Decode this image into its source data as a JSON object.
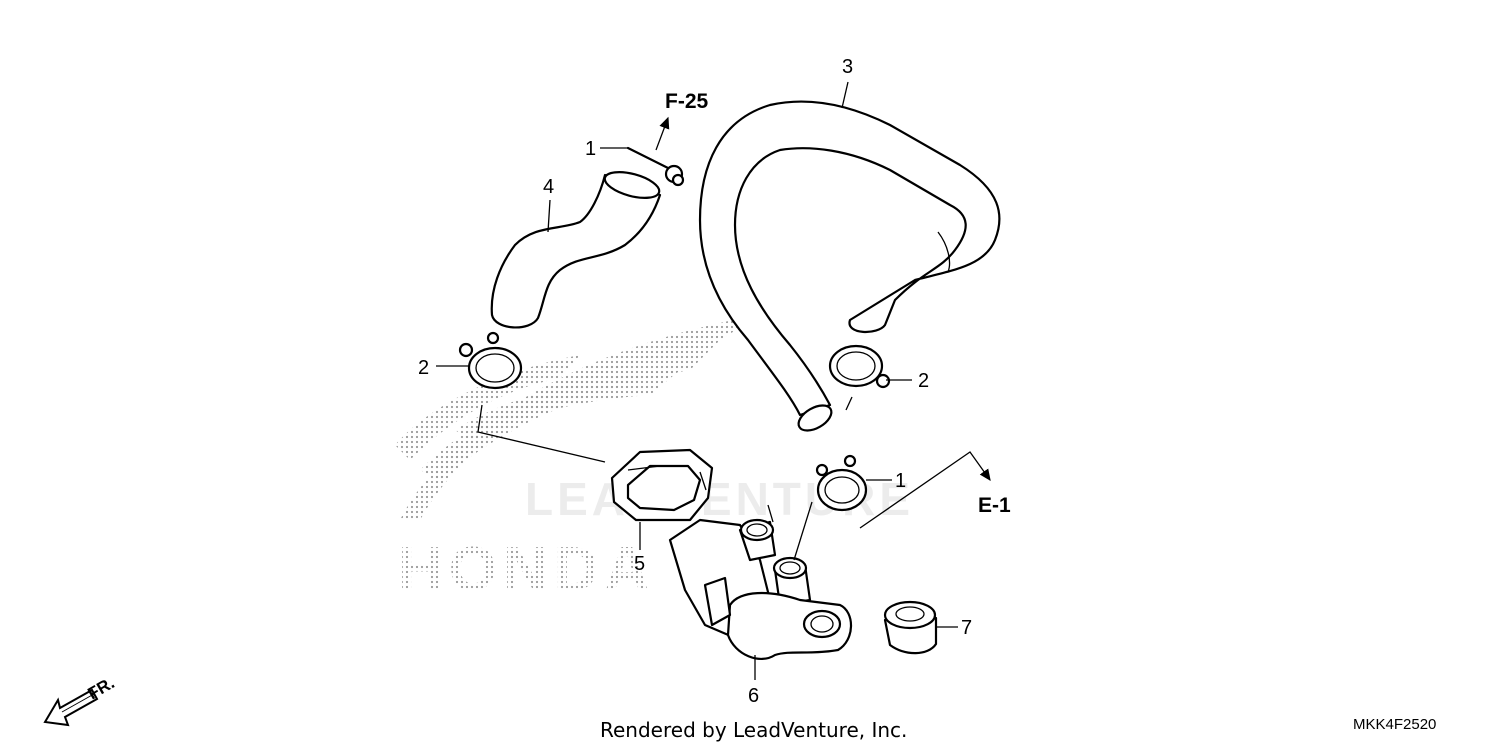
{
  "diagram": {
    "callouts": {
      "p1_top": "1",
      "p1_right": "1",
      "p2_left": "2",
      "p2_right": "2",
      "p3": "3",
      "p4": "4",
      "p5": "5",
      "p6": "6",
      "p7": "7"
    },
    "references": {
      "top": "F-25",
      "right": "E-1"
    },
    "direction_label": "FR."
  },
  "watermark": {
    "brand": "HONDA",
    "partner": "LEADVENTURE"
  },
  "footer": {
    "credit": "Rendered by LeadVenture, Inc.",
    "diagram_code": "MKK4F2520"
  }
}
